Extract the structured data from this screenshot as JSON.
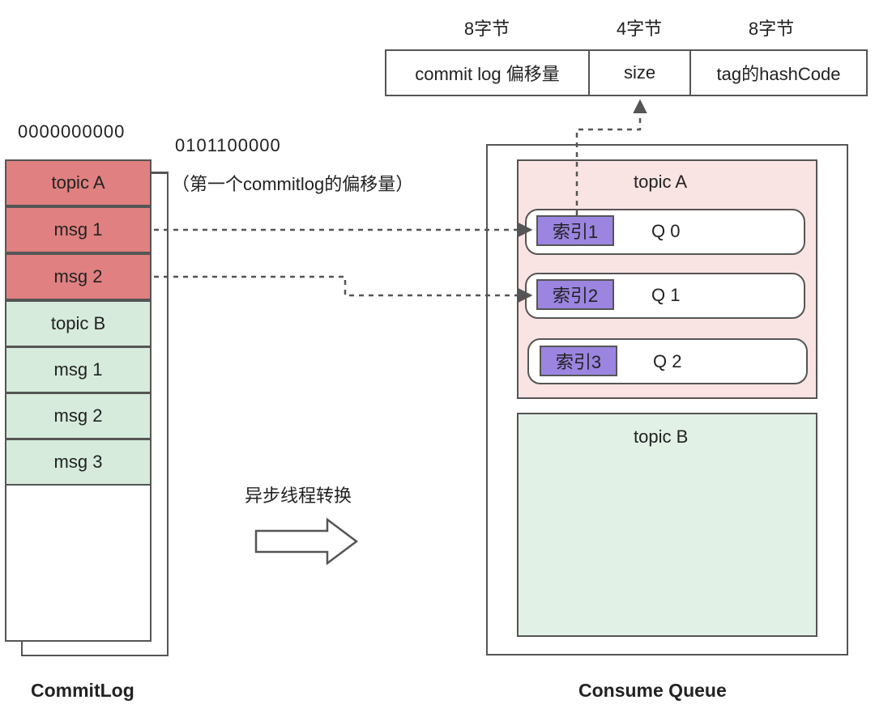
{
  "header": {
    "col1_bytes": "8字节",
    "col2_bytes": "4字节",
    "col3_bytes": "8字节",
    "col1_label": "commit log 偏移量",
    "col2_label": "size",
    "col3_label": "tag的hashCode"
  },
  "commitlog": {
    "start_offset": "0000000000",
    "next_offset": "0101100000",
    "offset_note": "（第一个commitlog的偏移量）",
    "rows": [
      "topic A",
      "msg 1",
      "msg 2",
      "topic B",
      "msg 1",
      "msg 2",
      "msg 3"
    ],
    "title": "CommitLog"
  },
  "transfer": {
    "label": "异步线程转换"
  },
  "consume_queue": {
    "topic_a": "topic A",
    "topic_b": "topic B",
    "queues": [
      {
        "index": "索引1",
        "queue": "Q 0"
      },
      {
        "index": "索引2",
        "queue": "Q 1"
      },
      {
        "index": "索引3",
        "queue": "Q 2"
      }
    ],
    "title": "Consume Queue"
  },
  "colors": {
    "topic_a_row": "#e08080",
    "topic_b_row": "#d6ebdc",
    "index_block": "#9b85e0",
    "topic_a_panel": "#fae3e3",
    "topic_b_panel": "#e2f1e6"
  }
}
